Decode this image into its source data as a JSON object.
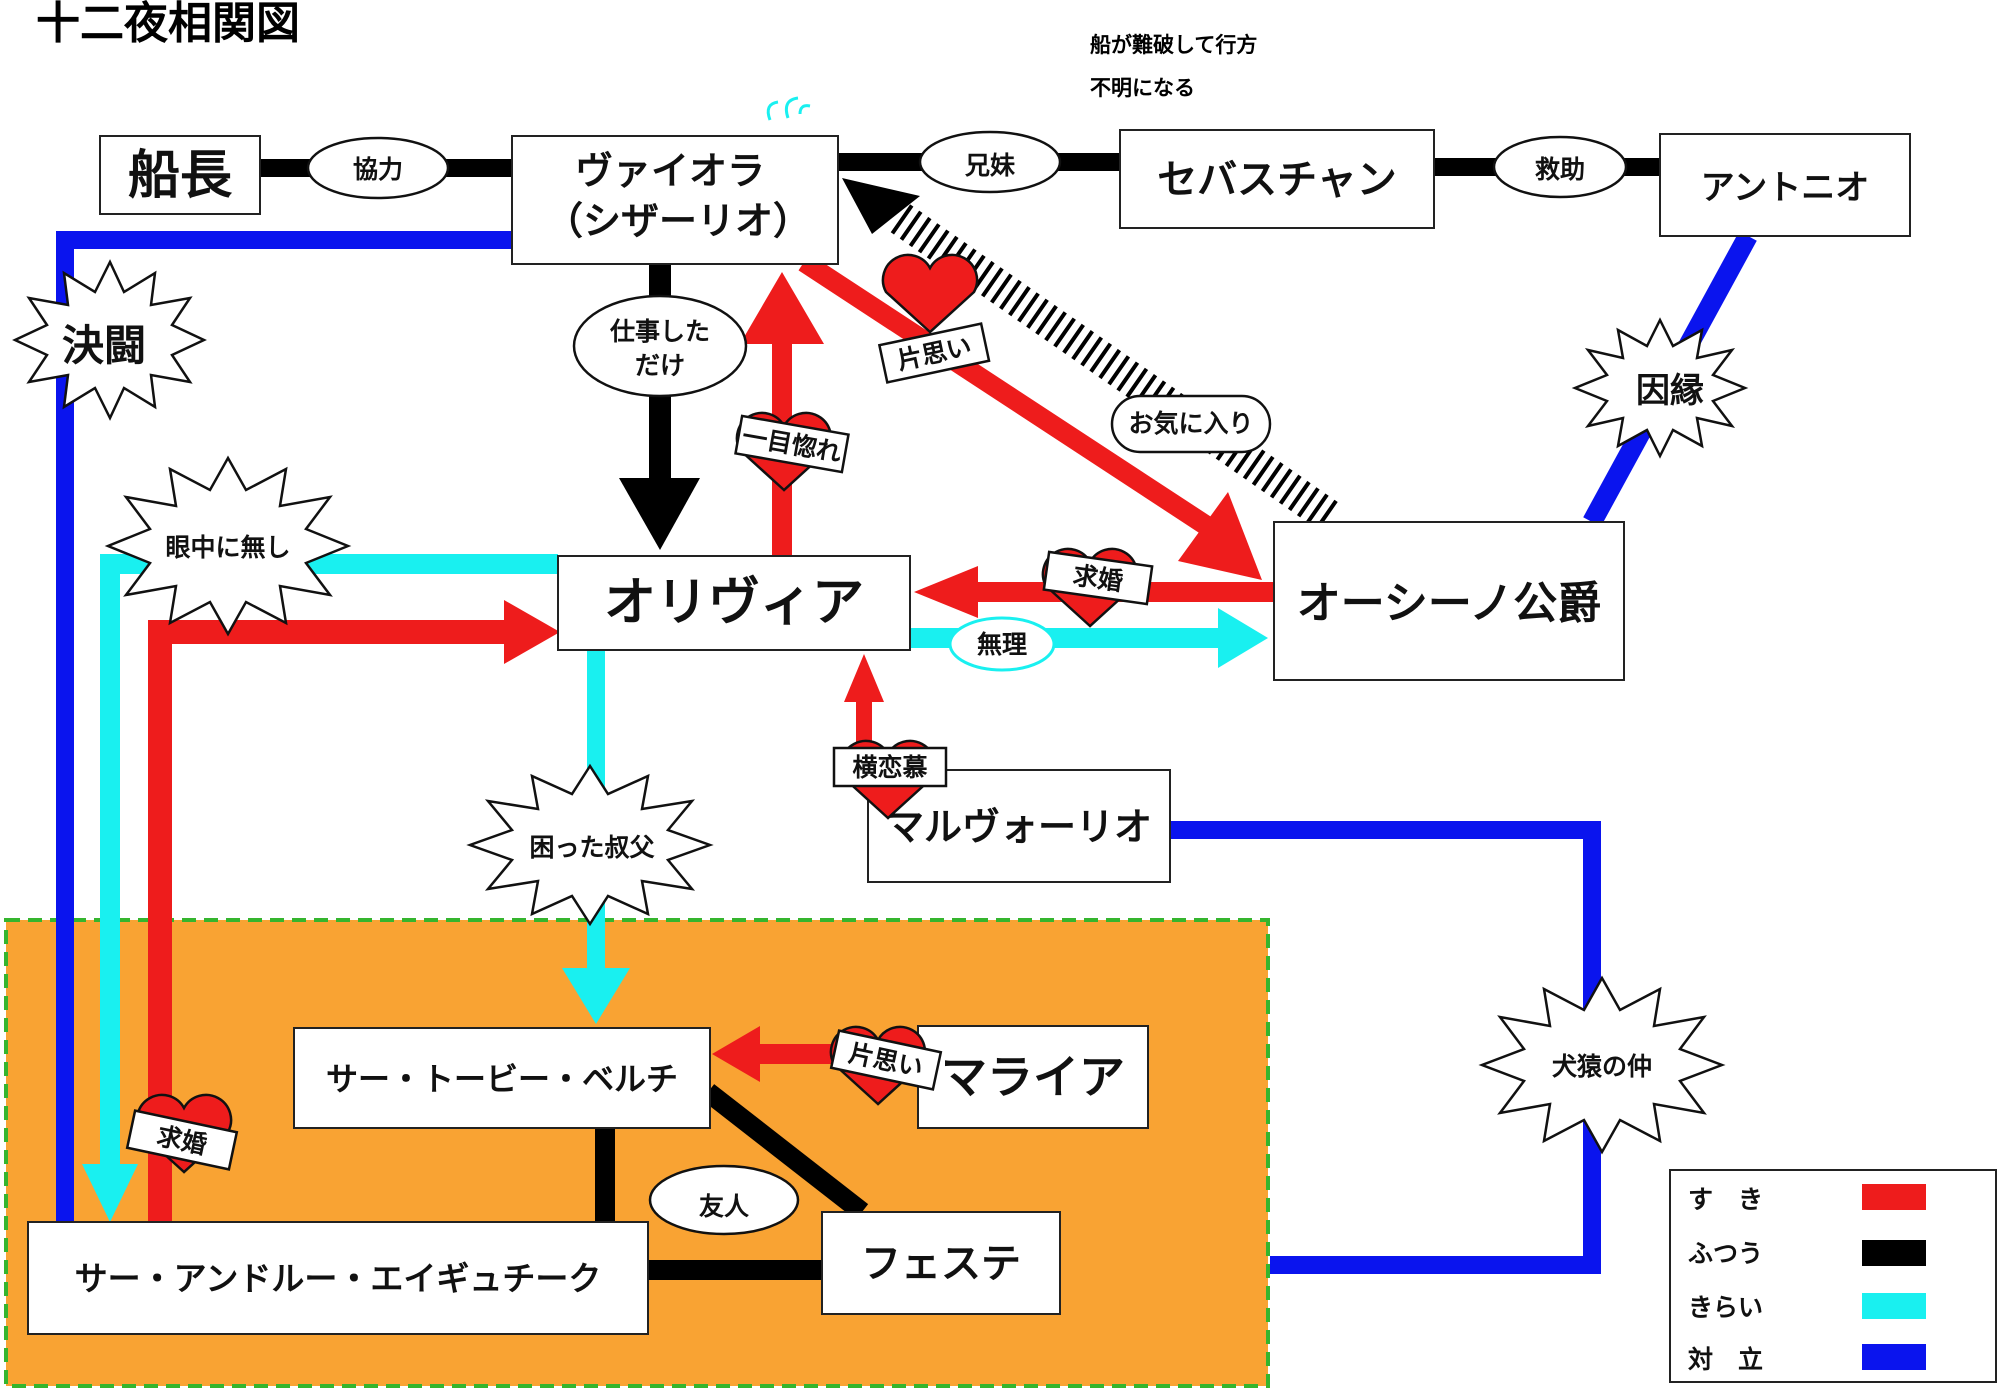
{
  "title": "十二夜相関図",
  "note": [
    "船が難破して行方",
    "不明になる"
  ],
  "colors": {
    "like": "#ee1c1c",
    "normal": "#000000",
    "dislike": "#19f0f0",
    "conflict": "#0a14ee",
    "group_bg": "#f9a333",
    "group_border": "#35b52e"
  },
  "nodes": {
    "captain": "船長",
    "viola_1": "ヴァイオラ",
    "viola_2": "（シザーリオ）",
    "sebastian": "セバスチャン",
    "antonio": "アントニオ",
    "olivia": "オリヴィア",
    "orsino": "オーシーノ公爵",
    "malvolio": "マルヴォーリオ",
    "toby": "サー・トービー・ベルチ",
    "maria": "マライア",
    "andrew": "サー・アンドルー・エイギュチーク",
    "feste": "フェステ"
  },
  "labels": {
    "kyoryoku": "協力",
    "kyodai": "兄妹",
    "kyujo": "救助",
    "shigoto_1": "仕事した",
    "shigoto_2": "だけ",
    "okiniiri": "お気に入り",
    "muri": "無理",
    "yujin": "友人",
    "kataomoi_viola": "片思い",
    "hitomebore": "一目惚れ",
    "kyukon_orsino": "求婚",
    "yokorenbo": "横恋慕",
    "kataomoi_maria": "片思い",
    "kyukon_andrew": "求婚",
    "ketto": "決闘",
    "ingen": "因縁",
    "ganchu": "眼中に無し",
    "komatta": "困った叔父",
    "kenen": "犬猿の仲"
  },
  "legend": [
    {
      "label": "す　き",
      "color": "#ee1c1c"
    },
    {
      "label": "ふつう",
      "color": "#000000"
    },
    {
      "label": "きらい",
      "color": "#19f0f0"
    },
    {
      "label": "対　立",
      "color": "#0a14ee"
    }
  ]
}
